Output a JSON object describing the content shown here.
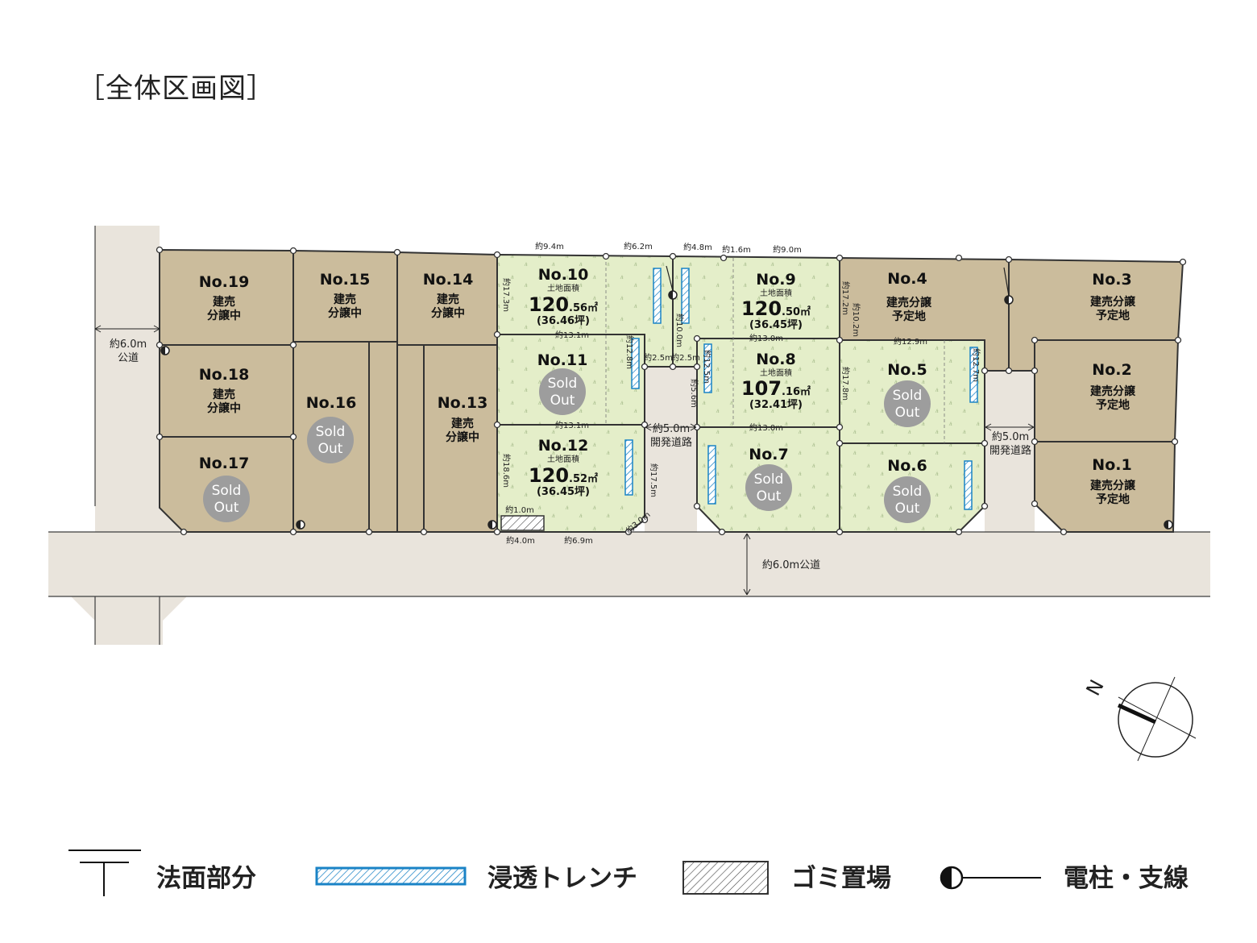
{
  "title": "［全体区画図］",
  "lots": [
    {
      "no": "No.19",
      "status": [
        "建売",
        "分譲中"
      ]
    },
    {
      "no": "No.18",
      "status": [
        "建売",
        "分譲中"
      ]
    },
    {
      "no": "No.17",
      "sold": "Sold|Out"
    },
    {
      "no": "No.15",
      "status": [
        "建売",
        "分譲中"
      ]
    },
    {
      "no": "No.16",
      "sold": "Sold|Out"
    },
    {
      "no": "No.14",
      "status": [
        "建売",
        "分譲中"
      ]
    },
    {
      "no": "No.13",
      "status": [
        "建売",
        "分譲中"
      ]
    },
    {
      "no": "No.10",
      "area_label": "土地面積",
      "area_int": "120",
      "area_dec": ".56㎡",
      "tsubo": "(36.46坪)"
    },
    {
      "no": "No.11",
      "sold": "Sold|Out"
    },
    {
      "no": "No.12",
      "area_label": "土地面積",
      "area_int": "120",
      "area_dec": ".52㎡",
      "tsubo": "(36.45坪)"
    },
    {
      "no": "No.9",
      "area_label": "土地面積",
      "area_int": "120",
      "area_dec": ".50㎡",
      "tsubo": "(36.45坪)"
    },
    {
      "no": "No.8",
      "area_label": "土地面積",
      "area_int": "107",
      "area_dec": ".16㎡",
      "tsubo": "(32.41坪)"
    },
    {
      "no": "No.7",
      "sold": "Sold|Out"
    },
    {
      "no": "No.4",
      "status": [
        "建売分譲",
        "予定地"
      ]
    },
    {
      "no": "No.5",
      "sold": "Sold|Out"
    },
    {
      "no": "No.6",
      "sold": "Sold|Out"
    },
    {
      "no": "No.3",
      "status": [
        "建売分譲",
        "予定地"
      ]
    },
    {
      "no": "No.2",
      "status": [
        "建売分譲",
        "予定地"
      ]
    },
    {
      "no": "No.1",
      "status": [
        "建売分譲",
        "予定地"
      ]
    }
  ],
  "roads": {
    "west": [
      "約6.0m",
      "公道"
    ],
    "south": "約6.0m公道",
    "dev_center": [
      "約5.0m",
      "開発道路"
    ],
    "dev_east": [
      "約5.0m",
      "開発道路"
    ]
  },
  "dimensions": [
    "約9.4m",
    "約6.2m",
    "約4.8m",
    "約1.6m",
    "約9.0m",
    "約17.3m",
    "約13.1m",
    "約13.1m",
    "約12.8m",
    "約2.5m",
    "約2.5m",
    "約10.0m",
    "約5.6m",
    "約12.5m",
    "約13.0m",
    "約13.0m",
    "約17.2m",
    "約10.2m",
    "約12.9m",
    "約17.8m",
    "約12.7m",
    "約18.6m",
    "約17.5m",
    "約1.0m",
    "約4.0m",
    "約6.9m",
    "約3.0m"
  ],
  "compass": "N",
  "legend": {
    "slope": "法面部分",
    "trench": "浸透トレンチ",
    "garbage": "ゴミ置場",
    "pole": "電柱・支線"
  },
  "colors": {
    "road": "#e9e4dc",
    "lot_tan": "#cbbc9c",
    "lot_green": "#e4eec9",
    "trench": "#1a83c6",
    "sold_circle": "#9d9d9d",
    "line": "#3c3c3c"
  }
}
